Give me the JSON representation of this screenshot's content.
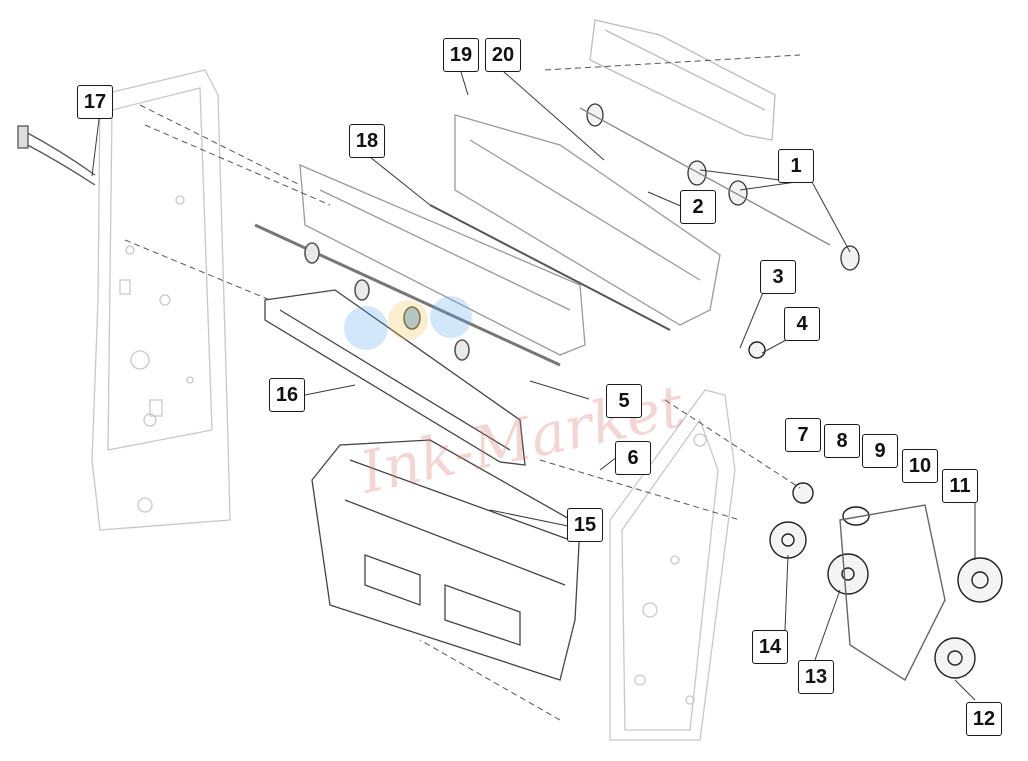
{
  "diagram": {
    "callouts": [
      {
        "id": "1",
        "label": "1"
      },
      {
        "id": "2",
        "label": "2"
      },
      {
        "id": "3",
        "label": "3"
      },
      {
        "id": "4",
        "label": "4"
      },
      {
        "id": "5",
        "label": "5"
      },
      {
        "id": "6",
        "label": "6"
      },
      {
        "id": "7",
        "label": "7"
      },
      {
        "id": "8",
        "label": "8"
      },
      {
        "id": "9",
        "label": "9"
      },
      {
        "id": "10",
        "label": "10"
      },
      {
        "id": "11",
        "label": "11"
      },
      {
        "id": "12",
        "label": "12"
      },
      {
        "id": "13",
        "label": "13"
      },
      {
        "id": "14",
        "label": "14"
      },
      {
        "id": "15",
        "label": "15"
      },
      {
        "id": "16",
        "label": "16"
      },
      {
        "id": "17",
        "label": "17"
      },
      {
        "id": "18",
        "label": "18"
      },
      {
        "id": "19",
        "label": "19"
      },
      {
        "id": "20",
        "label": "20"
      }
    ],
    "watermark_text": "Ink-Market",
    "colors": {
      "line": "#3a3a3a",
      "frame": "#c8c8c8",
      "callout_border": "#1a1a1a",
      "watermark": "#d6786e",
      "logo_blue": "#5fa8e8",
      "logo_yellow": "#f2c14e"
    }
  }
}
